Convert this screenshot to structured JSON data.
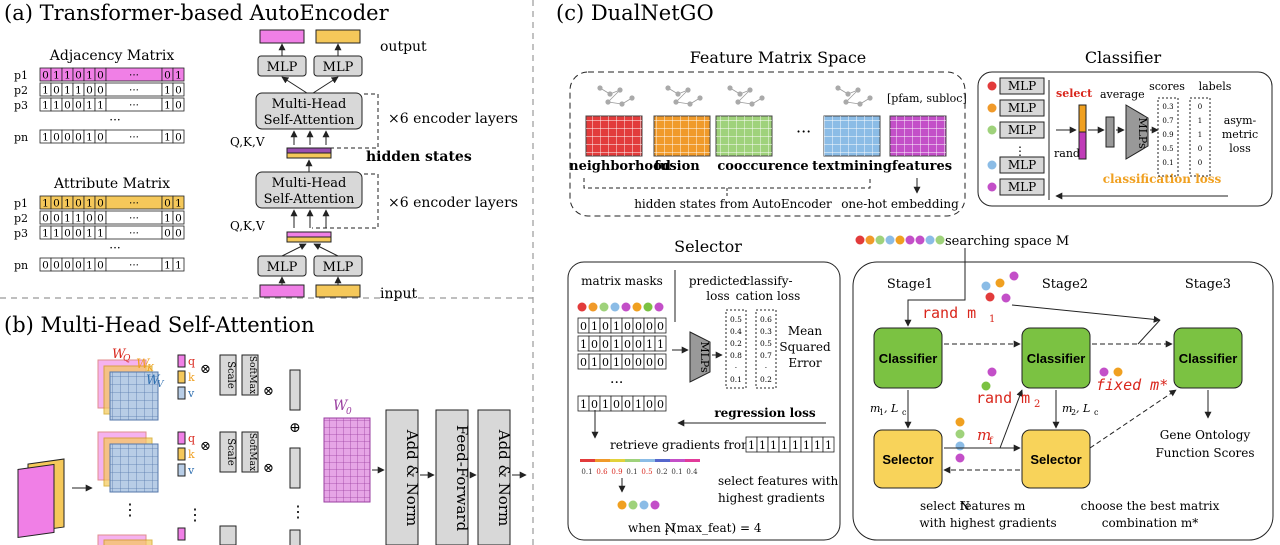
{
  "panel_a": {
    "title": "(a) Transformer-based AutoEncoder",
    "adj_title": "Adjacency Matrix",
    "attr_title": "Attribute Matrix",
    "row_labels": [
      "p1",
      "p2",
      "p3",
      "pn"
    ],
    "adj_rows": [
      [
        "0",
        "1",
        "1",
        "0",
        "1",
        "0",
        "···",
        "0",
        "1"
      ],
      [
        "1",
        "0",
        "1",
        "1",
        "0",
        "0",
        "···",
        "1",
        "0"
      ],
      [
        "1",
        "1",
        "0",
        "0",
        "1",
        "1",
        "···",
        "1",
        "0"
      ],
      [
        "1",
        "0",
        "0",
        "0",
        "1",
        "0",
        "···",
        "1",
        "0"
      ]
    ],
    "attr_rows": [
      [
        "1",
        "0",
        "1",
        "0",
        "1",
        "0",
        "···",
        "0",
        "1"
      ],
      [
        "0",
        "0",
        "1",
        "1",
        "0",
        "0",
        "···",
        "1",
        "0"
      ],
      [
        "1",
        "1",
        "0",
        "0",
        "1",
        "1",
        "···",
        "0",
        "0"
      ],
      [
        "0",
        "0",
        "0",
        "0",
        "1",
        "0",
        "···",
        "1",
        "1"
      ]
    ],
    "ellipsis": "···",
    "mlp": "MLP",
    "mhsa_line1": "Multi-Head",
    "mhsa_line2": "Self-Attention",
    "qkv": "Q,K,V",
    "encoder_layers": "×6 encoder layers",
    "output": "output",
    "hidden_states": "hidden states",
    "input": "input"
  },
  "panel_b": {
    "title": "(b) Multi-Head Self-Attention",
    "wq": "W",
    "wq_sub": "Q",
    "wk": "W",
    "wk_sub": "K",
    "wv": "W",
    "wv_sub": "V",
    "w0": "W",
    "w0_sub": "0",
    "q": "q",
    "k": "k",
    "v": "v",
    "scale": "Scale",
    "softmax": "SoftMax",
    "add_norm": "Add & Norm",
    "feed_forward": "Feed-Forward",
    "dots": "⋮"
  },
  "panel_c": {
    "title": "(c) DualNetGO",
    "fms_title": "Feature Matrix Space",
    "features_labels": [
      "neighborhood",
      "fusion",
      "cooccurence",
      "textmining",
      "features"
    ],
    "pfam": "[pfam, subloc]",
    "hidden_from": "hidden states from AutoEncoder",
    "onehot": "one-hot embedding",
    "classifier_title": "Classifier",
    "mlp": "MLP",
    "select": "select",
    "rand": "rand",
    "average": "average",
    "mlps": "MLPs",
    "scores": "scores",
    "labels": "labels",
    "scores_vals": [
      "0.3",
      "0.7",
      "0.9",
      "0.5",
      "0.1"
    ],
    "labels_vals": [
      "0",
      "1",
      "1",
      "0",
      "0"
    ],
    "asym_loss": [
      "asym-",
      "metric",
      "loss"
    ],
    "classification_loss": "classification loss",
    "selector_title": "Selector",
    "matrix_masks": "matrix masks",
    "predicted_loss": [
      "predicted",
      "loss"
    ],
    "classify_loss": [
      "classify-",
      "cation loss"
    ],
    "mask_rows": [
      "01010000",
      "10010011",
      "01010000",
      "10100100"
    ],
    "pred_vals": [
      "0.5",
      "0.4",
      "0.2",
      "0.8",
      "·",
      "0.1"
    ],
    "class_vals": [
      "0.6",
      "0.3",
      "0.5",
      "0.7",
      "·",
      "0.2"
    ],
    "mse": [
      "Mean",
      "Squared",
      "Error"
    ],
    "regression_loss": "regression loss",
    "retrieve": "retrieve gradients from",
    "ones": "11111111",
    "grad_vals": [
      "0.1",
      "0.6",
      "0.9",
      "0.1",
      "0.5",
      "0.2",
      "0.1",
      "0.4"
    ],
    "select_feat": [
      "select features with",
      "highest gradients"
    ],
    "when_nf": "when N",
    "when_nf_sub": "f",
    "when_nf_rest": "(max_feat) = 4",
    "searching": "searching space M",
    "stage1": "Stage1",
    "stage2": "Stage2",
    "stage3": "Stage3",
    "classifier": "Classifier",
    "selector": "Selector",
    "rand_m1": "rand  m",
    "rand_m1_sub": "1",
    "rand_m2": "rand m",
    "rand_m2_sub": "2",
    "m_f": "m",
    "m_f_sub": "f",
    "fixed": "fixed m*",
    "m1lc": "m",
    "m1lc_sub": "1",
    "m1lc_rest": ", L",
    "m1lc_sub2": "c",
    "m2lc_sub": "2",
    "gene_onto": [
      "Gene Ontology",
      "Function Scores"
    ],
    "select_nf": [
      "select N",
      "features m",
      "with highest gradients"
    ],
    "choose": [
      "choose the best matrix",
      "combination m*"
    ]
  },
  "colors": {
    "pink": "#f07fe6",
    "yellow": "#f5c85a",
    "green": "#7bc242",
    "yellow_box": "#f8d35a",
    "red_text": "#d9261c",
    "orange_text": "#f0a020",
    "purple_text": "#c03cb8"
  }
}
